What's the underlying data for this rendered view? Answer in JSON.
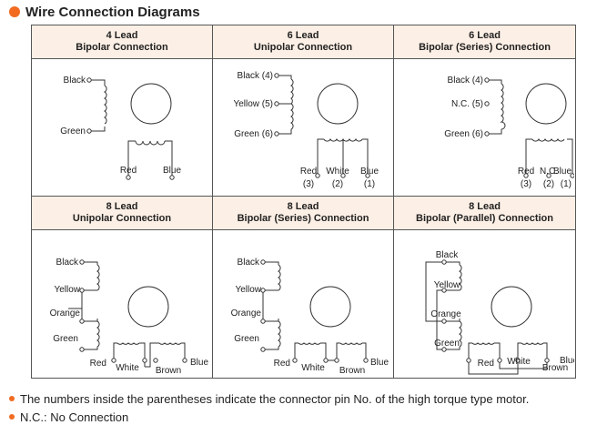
{
  "title": "Wire Connection Diagrams",
  "accent_color": "#f26b21",
  "header_bg": "#fcefe5",
  "cells": [
    {
      "lead": "4 Lead",
      "conn": "Bipolar Connection",
      "labels": {
        "black": "Black",
        "green": "Green",
        "red": "Red",
        "blue": "Blue"
      }
    },
    {
      "lead": "6 Lead",
      "conn": "Unipolar Connection",
      "labels": {
        "black": "Black (4)",
        "yellow": "Yellow (5)",
        "green": "Green (6)",
        "red": "Red",
        "white": "White",
        "blue": "Blue",
        "pin_red": "(3)",
        "pin_white": "(2)",
        "pin_blue": "(1)"
      }
    },
    {
      "lead": "6 Lead",
      "conn": "Bipolar (Series) Connection",
      "labels": {
        "black": "Black (4)",
        "nc": "N.C. (5)",
        "green": "Green (6)",
        "red": "Red",
        "nc2": "N.C.",
        "blue": "Blue",
        "pin_red": "(3)",
        "pin_nc": "(2)",
        "pin_blue": "(1)"
      }
    },
    {
      "lead": "8 Lead",
      "conn": "Unipolar Connection",
      "labels": {
        "black": "Black",
        "yellow": "Yellow",
        "orange": "Orange",
        "green": "Green",
        "red": "Red",
        "white": "White",
        "brown": "Brown",
        "blue": "Blue"
      }
    },
    {
      "lead": "8 Lead",
      "conn": "Bipolar (Series) Connection",
      "labels": {
        "black": "Black",
        "yellow": "Yellow",
        "orange": "Orange",
        "green": "Green",
        "red": "Red",
        "white": "White",
        "brown": "Brown",
        "blue": "Blue"
      }
    },
    {
      "lead": "8 Lead",
      "conn": "Bipolar (Parallel) Connection",
      "labels": {
        "black": "Black",
        "yellow": "Yellow",
        "orange": "Orange",
        "green": "Green",
        "red": "Red",
        "white": "White",
        "brown": "Brown",
        "blue": "Blue"
      }
    }
  ],
  "notes": [
    "The numbers inside the parentheses indicate the connector pin No. of the high torque type motor.",
    "N.C.: No Connection"
  ]
}
